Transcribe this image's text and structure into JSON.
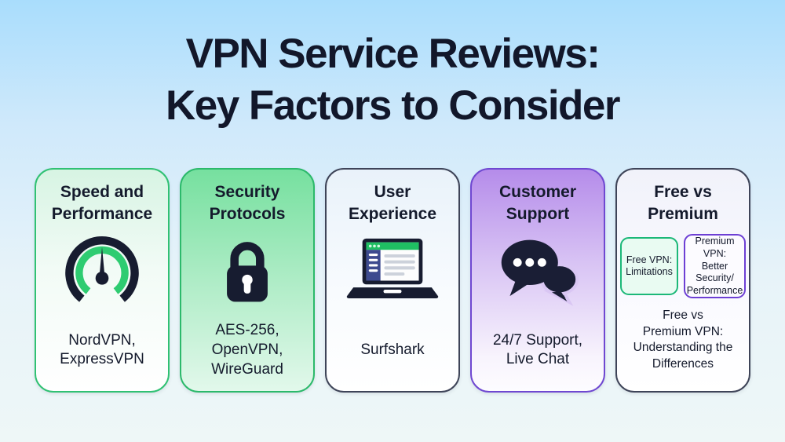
{
  "page": {
    "title": "VPN Service Reviews:\nKey Factors to Consider"
  },
  "colors": {
    "background_top": "#a9ddfc",
    "background_bottom": "#eef7f7",
    "title_text": "#12172a",
    "green_accent": "#2dbf73",
    "purple_accent": "#6c45cf",
    "dark_navy": "#171c30",
    "slate_border": "#3e4458"
  },
  "cards": [
    {
      "id": "speed-and-performance",
      "title": "Speed and\nPerformance",
      "icon": "speedometer-icon",
      "detail": "NordVPN,\nExpressVPN"
    },
    {
      "id": "security-protocols",
      "title": "Security\nProtocols",
      "icon": "padlock-icon",
      "detail": "AES-256,\nOpenVPN,\nWireGuard"
    },
    {
      "id": "user-experience",
      "title": "User\nExperience",
      "icon": "laptop-icon",
      "detail": "Surfshark"
    },
    {
      "id": "customer-support",
      "title": "Customer\nSupport",
      "icon": "chat-bubbles-icon",
      "detail": "24/7 Support,\nLive Chat"
    },
    {
      "id": "free-vs-premium",
      "title": "Free vs\nPremium",
      "sub_boxes": [
        {
          "label": "Free VPN:\nLimitations"
        },
        {
          "label": "Premium VPN:\nBetter\nSecurity/\nPerformance"
        }
      ],
      "detail": "Free vs\nPremium VPN:\nUnderstanding the\nDifferences"
    }
  ]
}
